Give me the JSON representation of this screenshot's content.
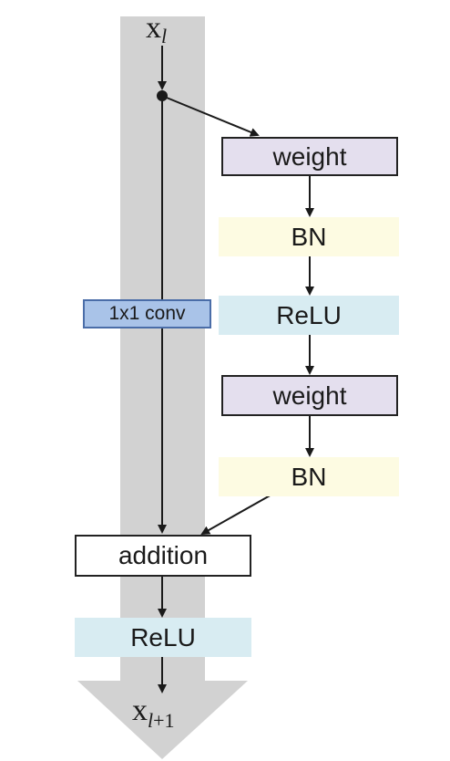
{
  "input_label": {
    "base": "x",
    "sub": "l"
  },
  "output_label": {
    "base": "x",
    "sub_var": "l",
    "sub_rest": "+1"
  },
  "nodes": {
    "weight_1": "weight",
    "bn_1": "BN",
    "relu_1": "ReLU",
    "weight_2": "weight",
    "bn_2": "BN",
    "shortcut_conv": "1x1 conv",
    "addition": "addition",
    "relu_out": "ReLU"
  },
  "colors": {
    "trunk_gray": "#d2d2d2",
    "weight_fill": "#e4dfee",
    "bn_fill": "#fdfbe2",
    "relu_fill": "#d8ecf2",
    "conv_fill": "#a9c3e8",
    "conv_border": "#4a6da8",
    "addition_fill": "#ffffff",
    "line": "#1a1a1a"
  }
}
